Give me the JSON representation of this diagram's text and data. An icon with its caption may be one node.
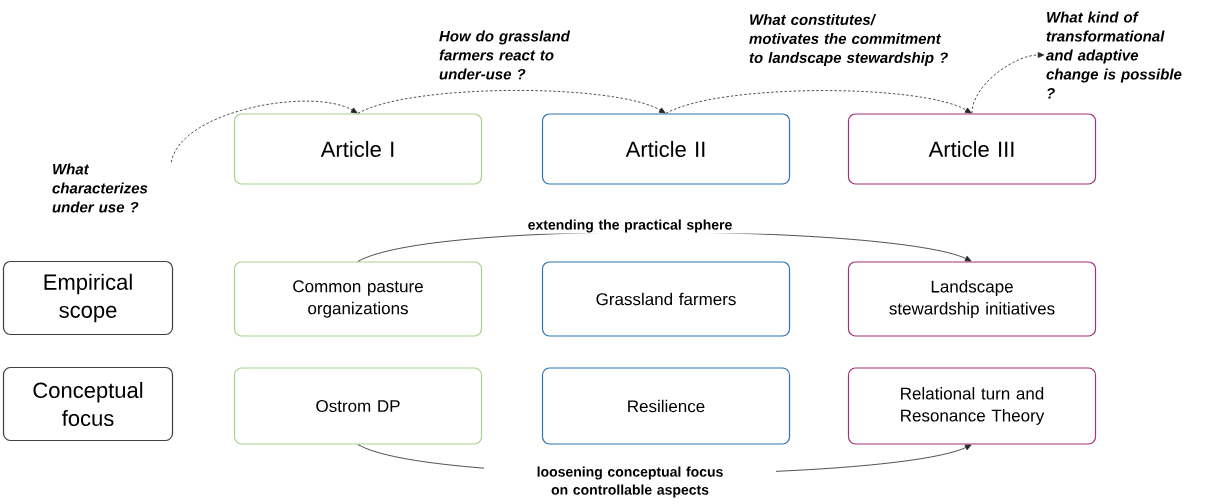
{
  "diagram": {
    "nodes": [
      {
        "text": [
          "Article I"
        ]
      },
      {
        "text": [
          "Article II"
        ]
      },
      {
        "text": [
          "Article III"
        ]
      },
      {
        "text": [
          "Empirical scope"
        ]
      },
      {
        "text": [
          "Common pasture organizations"
        ]
      },
      {
        "text": [
          "Grassland farmers"
        ]
      },
      {
        "text": [
          "Landscape stewardship initiatives"
        ]
      },
      {
        "text": [
          "Conceptual focus"
        ]
      },
      {
        "text": [
          "Ostrom DP"
        ]
      },
      {
        "text": [
          "Resilience"
        ]
      },
      {
        "text": [
          "Relational turn and Resonance Theory"
        ]
      },
      {
        "text": [
          "What characterizes under use ?"
        ]
      },
      {
        "text": [
          "How do grassland farmers react to under-use ?"
        ]
      },
      {
        "text": [
          "What constitutes/ motivates the commitment to landscape stewardship ?"
        ]
      },
      {
        "text": [
          "What kind of transformational and adaptive change is possible ?"
        ]
      }
    ],
    "edges": [
      {
        "from": 11,
        "to": 0,
        "arrow": "to",
        "style": "dashed"
      },
      {
        "from": 0,
        "to": 1,
        "arrow": "to",
        "style": "dashed"
      },
      {
        "from": 1,
        "to": 2,
        "arrow": "to",
        "style": "dashed"
      },
      {
        "from": 2,
        "to": 14,
        "arrow": "to",
        "style": "dashed"
      },
      {
        "from": 4,
        "to": 6,
        "arrow": "to",
        "label": "extending the practical sphere"
      },
      {
        "from": 8,
        "to": 10,
        "arrow": "to",
        "label": "loosening conceptual focus on controllable aspects"
      }
    ]
  }
}
